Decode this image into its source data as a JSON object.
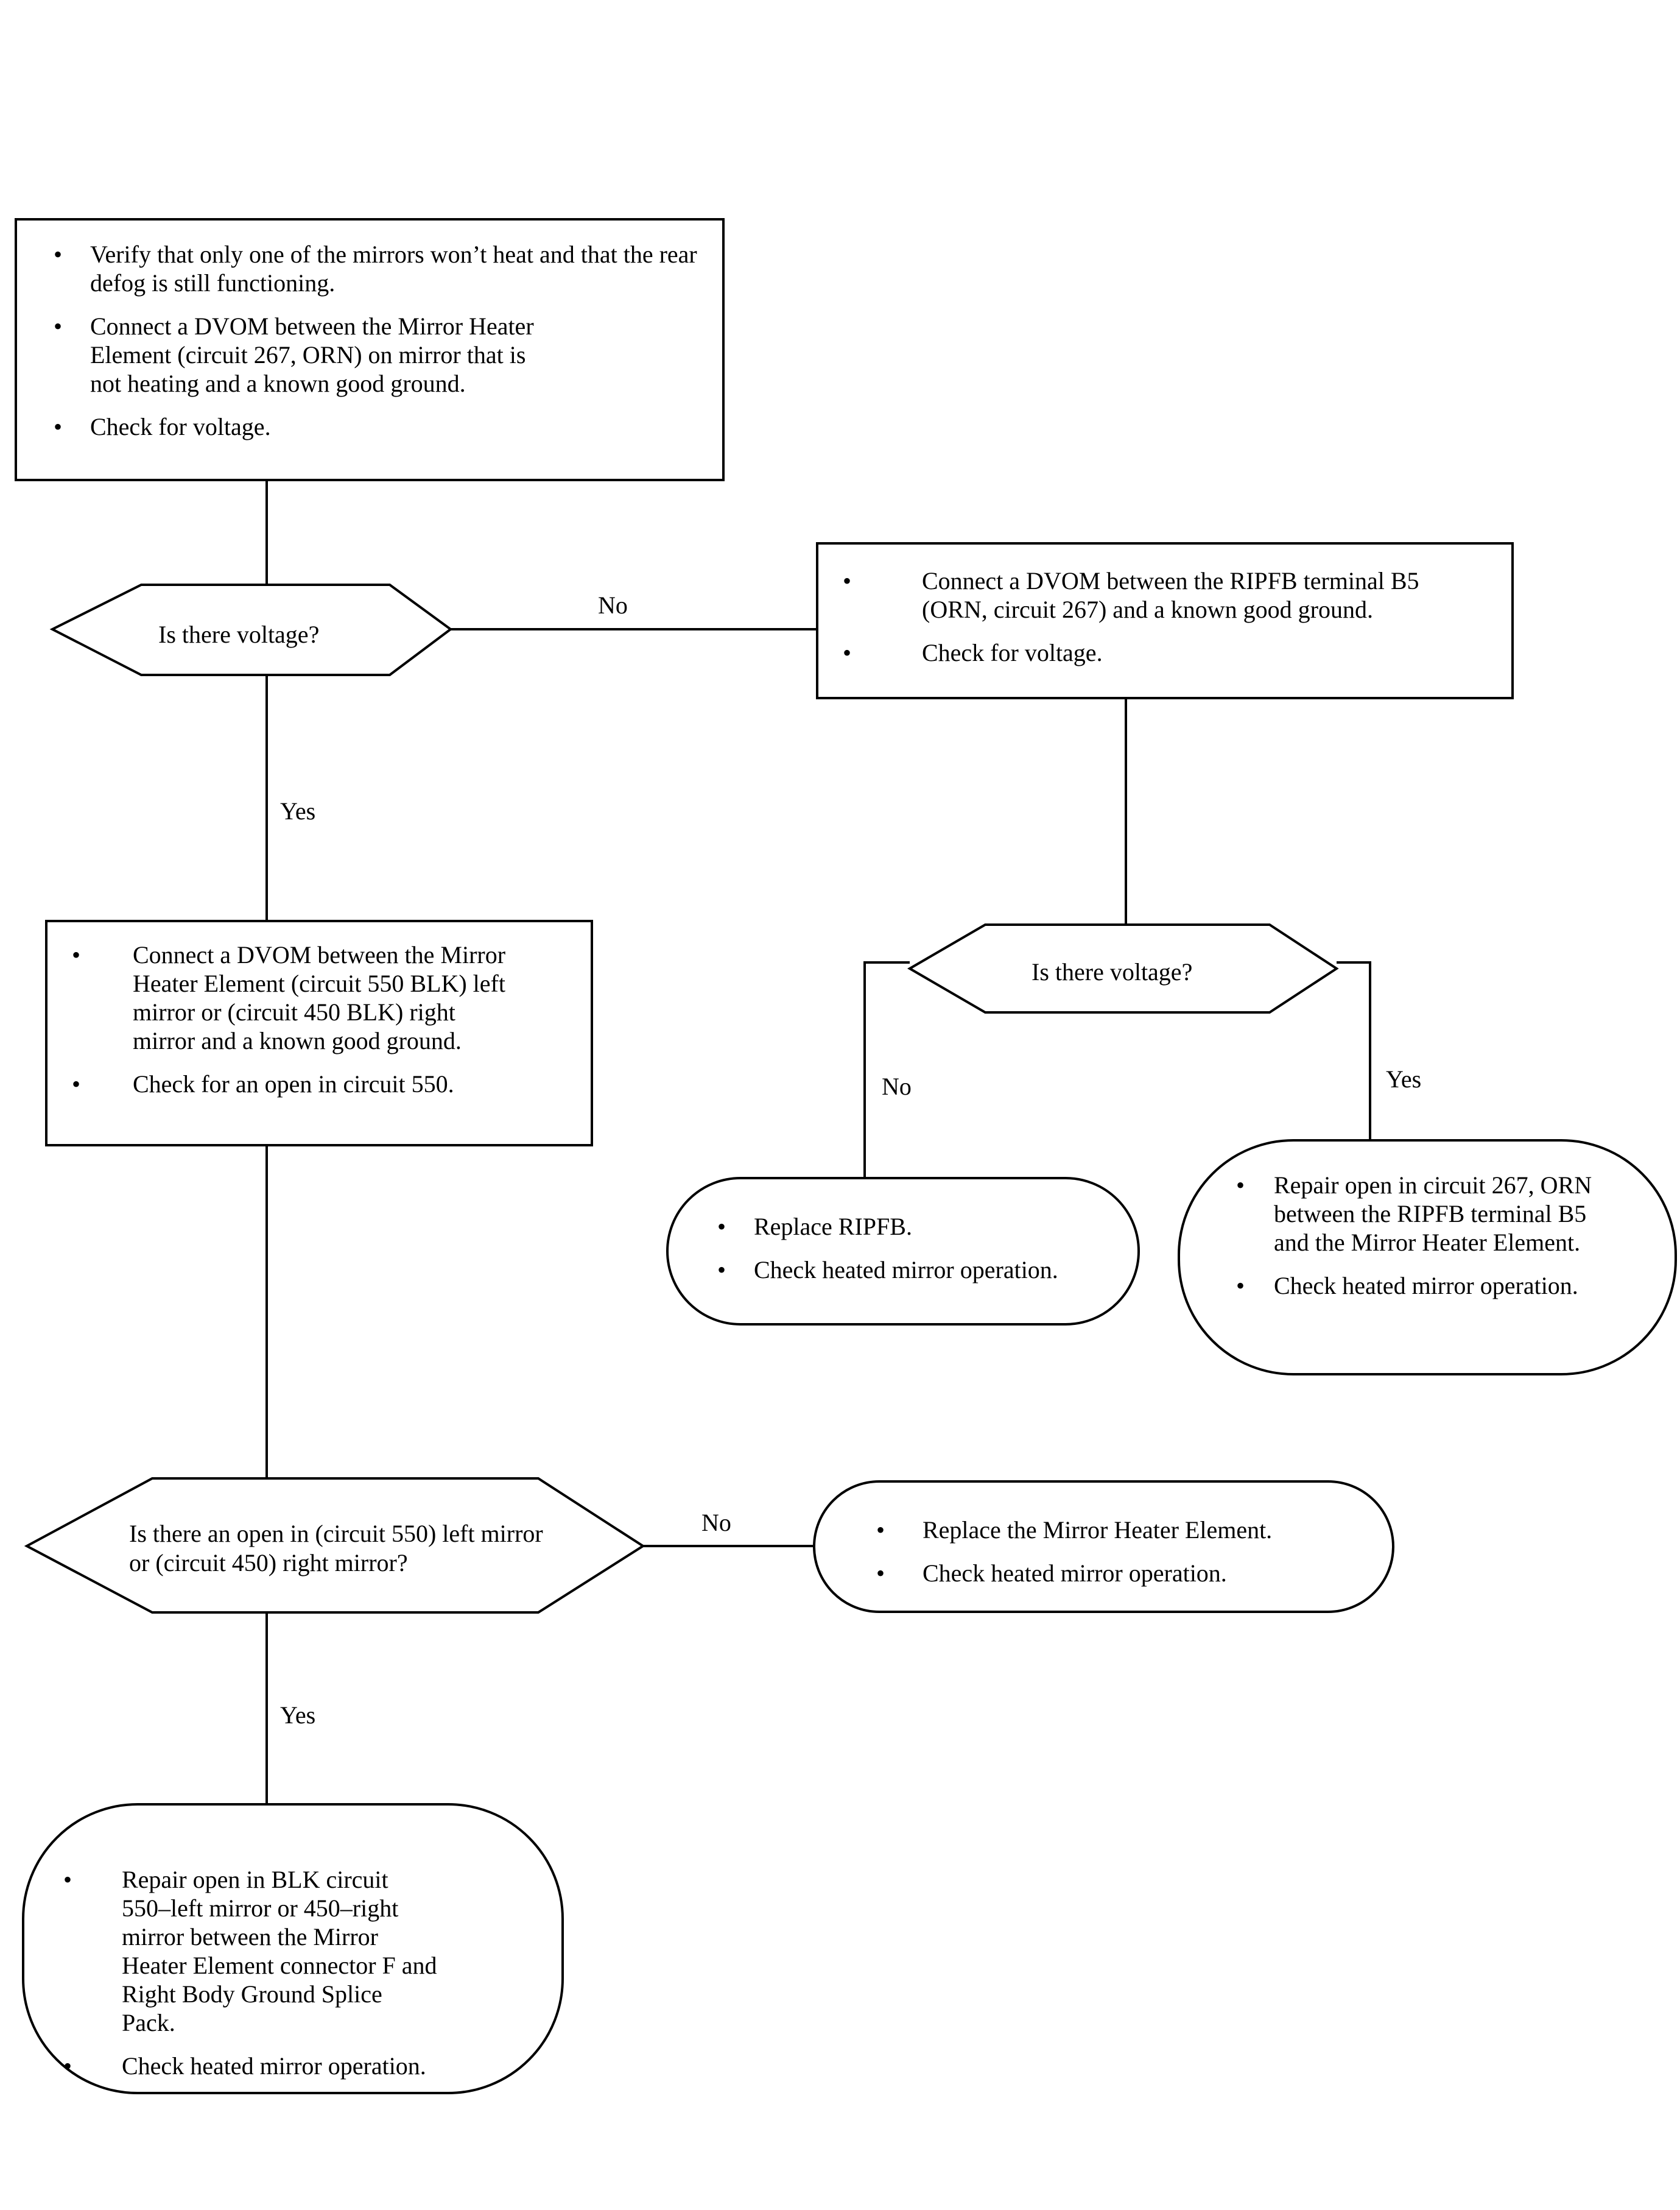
{
  "steps": {
    "verify": [
      "Verify that only one of the mirrors won’t heat and that the rear defog is still functioning.",
      "Connect a DVOM between the Mirror Heater Element (circuit 267, ORN) on mirror that is not heating and a known good ground.",
      "Check for voltage."
    ],
    "ripfb_check": [
      "Connect a DVOM between the RIPFB terminal B5 (ORN, circuit 267) and a known good ground.",
      "Check for voltage."
    ],
    "element_check": [
      "Connect a DVOM between the Mirror Heater Element (circuit 550 BLK) left mirror or (circuit 450 BLK) right mirror and a known good ground.",
      "Check for an open in circuit 550."
    ],
    "replace_ripfb": [
      "Replace RIPFB.",
      "Check heated mirror operation."
    ],
    "repair_267": [
      "Repair open in circuit 267, ORN between the RIPFB terminal B5 and the Mirror Heater Element.",
      "Check heated mirror operation."
    ],
    "replace_element": [
      "Replace the Mirror Heater Element.",
      "Check heated mirror operation."
    ],
    "repair_blk": [
      "Repair open in BLK circuit 550–left mirror or 450–right mirror between the Mirror Heater Element connector F and Right Body Ground Splice Pack.",
      "Check heated mirror operation."
    ]
  },
  "decisions": {
    "voltage_1": "Is there voltage?",
    "voltage_2": "Is there voltage?",
    "open_circuit": "Is there an open in (circuit 550) left mirror or (circuit 450) right mirror?"
  },
  "labels": {
    "no_1": "No",
    "yes_1": "Yes",
    "no_2": "No",
    "yes_2": "Yes",
    "no_3": "No",
    "yes_3": "Yes"
  }
}
